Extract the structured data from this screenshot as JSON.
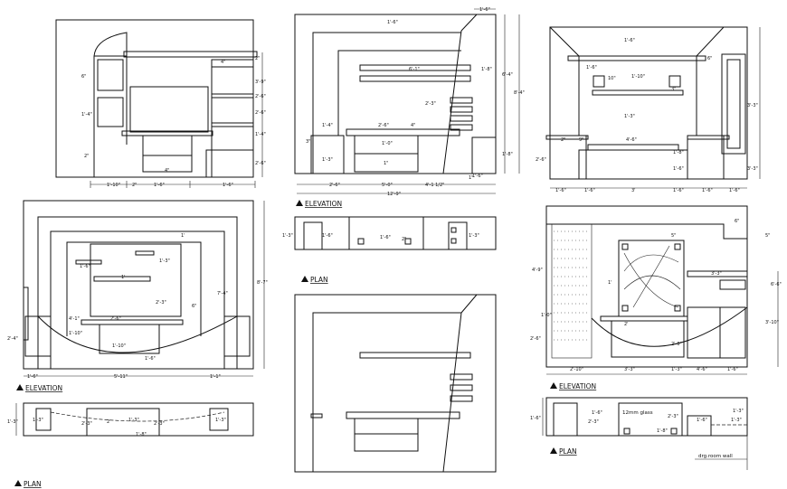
{
  "captions": {
    "elevation_top_middle": "ELEVATION",
    "plan_middle": "PLAN",
    "elevation_mid_left": "ELEVATION",
    "plan_bottom_left": "PLAN",
    "elevation_mid_right": "ELEVATION",
    "plan_bottom_right": "PLAN"
  },
  "notes": {
    "drg_room_wall": "drg.room wall",
    "glass": "12mm glass"
  },
  "dims": {
    "tl": [
      "1'-10\"",
      "2\"",
      "1'-6\"",
      "1'-6\"",
      "6\"",
      "1'-4\"",
      "2\"",
      "4\"",
      "2\"",
      "3'-9\"",
      "2'-6\"",
      "2'-6\"",
      "1'-4\"",
      "2'-6\"",
      "4\"",
      "2\"",
      "1'-6\"",
      "1'-6\"",
      "1\""
    ],
    "tm": [
      "1'-6\"",
      "6'-4\"",
      "8'-4\"",
      "1'-6\"",
      "6'-1\"",
      "1'-8\"",
      "2'-3\"",
      "1'-4\"",
      "2'-6\"",
      "1'-3\"",
      "5'-0\"",
      "1'-0\"",
      "4\"",
      "1'-8\"",
      "2'-6\"",
      "1\"",
      "3\"",
      "4'-1 1/2\"",
      "12'-9\"",
      "1\"",
      "1'-6\""
    ],
    "tr": [
      "1'-6\"",
      "1'-10\"",
      "10\"",
      "1'-3\"",
      "1'-6\"",
      "3'-3\"",
      "3\"",
      "4'-6\"",
      "2'-6\"",
      "3'-3\"",
      "1'-6\"",
      "1'-6\"",
      "3'",
      "1'-6\"",
      "1'-6\"",
      "1'-8\"",
      "2\"",
      "1'-6\"",
      "9\"",
      "1'-6\"",
      "6\""
    ],
    "ml": [
      "1'",
      "1'-6\"",
      "2'-3\"",
      "1'",
      "1'-3\"",
      "7'-4\"",
      "8'-7\"",
      "2'-6\"",
      "1'-10\"",
      "2'-4\"",
      "4'-1\"",
      "1'-10\"",
      "5'-11\"",
      "1'-6\"",
      "1'-1\"",
      "6\"",
      "1'-6\""
    ],
    "pm": [
      "1'-3\"",
      "1'-6\"",
      "1'-6\"",
      "2\"",
      "1'-3\""
    ],
    "mr": [
      "6\"",
      "5\"",
      "4'-9\"",
      "5\"",
      "3'-3\"",
      "3'-10\"",
      "2'-6\"",
      "1'-0\"",
      "2'-10\"",
      "3'-3\"",
      "1'-3\"",
      "4'-6\"",
      "1'-6\"",
      "2'-6\"",
      "1'",
      "2'",
      "6'-6\""
    ],
    "pl": [
      "1'-3\"",
      "1'-3\"",
      "2'-3\"",
      "2'",
      "1'-3\"",
      "2'-3\"",
      "1'-3\"",
      "1'-8\""
    ],
    "pr": [
      "1'-6\"",
      "2'-3\"",
      "1'-6\"",
      "1'-3\"",
      "2'-3\"",
      "1'-3\"",
      "1'-6\"",
      "1'-8\""
    ]
  }
}
